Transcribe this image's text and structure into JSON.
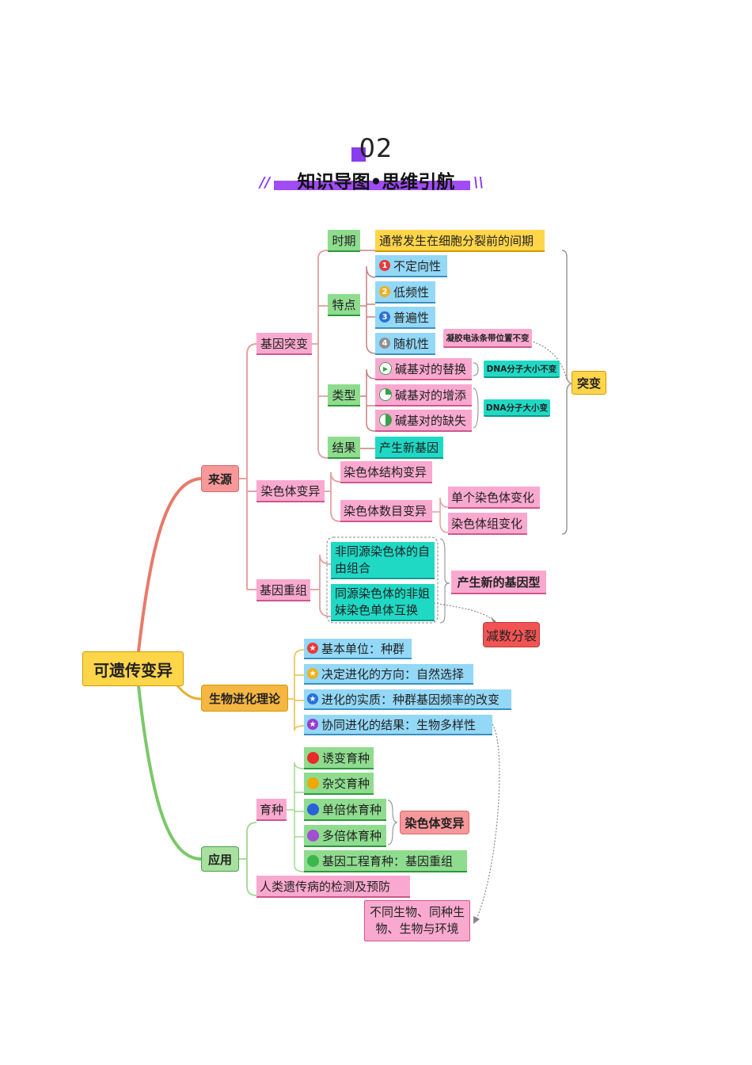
{
  "header": {
    "number": "02",
    "title": "知识导图•思维引航"
  },
  "root": "可遗传变异",
  "branches": {
    "source": {
      "label": "来源",
      "gene_mutation": {
        "label": "基因突变",
        "period": {
          "label": "时期",
          "value": "通常发生在细胞分裂前的间期"
        },
        "features": {
          "label": "特点",
          "items": [
            "不定向性",
            "低频性",
            "普遍性",
            "随机性"
          ],
          "note": "凝胶电泳条带位置不变"
        },
        "types": {
          "label": "类型",
          "items": [
            "碱基对的替换",
            "碱基对的增添",
            "碱基对的缺失"
          ],
          "note_same": "DNA分子大小不变",
          "note_changed": "DNA分子大小变"
        },
        "result": {
          "label": "结果",
          "value": "产生新基因"
        }
      },
      "chromosome_variation": {
        "label": "染色体变异",
        "structure": "染色体结构变异",
        "number": "染色体数目变异",
        "single": "单个染色体变化",
        "set": "染色体组变化"
      },
      "mutation_summary": "突变",
      "recombination": {
        "label": "基因重组",
        "items": [
          "非同源染色体的自由组合",
          "同源染色体的非姐妹染色单体互换"
        ],
        "summary": "产生新的基因型",
        "meiosis": "减数分裂"
      }
    },
    "evolution": {
      "label": "生物进化理论",
      "items": [
        "基本单位：种群",
        "决定进化的方向：自然选择",
        "进化的实质：种群基因频率的改变",
        "协同进化的结果：生物多样性"
      ],
      "coevolution_note": "不同生物、同种生物、生物与环境"
    },
    "application": {
      "label": "应用",
      "breeding": {
        "label": "育种",
        "items": [
          "诱变育种",
          "杂交育种",
          "单倍体育种",
          "多倍体育种",
          "基因工程育种：基因重组"
        ],
        "chromosome_note": "染色体变异"
      },
      "disease": "人类遗传病的检测及预防"
    }
  },
  "colors": {
    "source_branch": "#e87a6a",
    "evolution_branch": "#e8b030",
    "application_branch": "#7bc86a",
    "purple_accent": "#8a3cf0"
  }
}
